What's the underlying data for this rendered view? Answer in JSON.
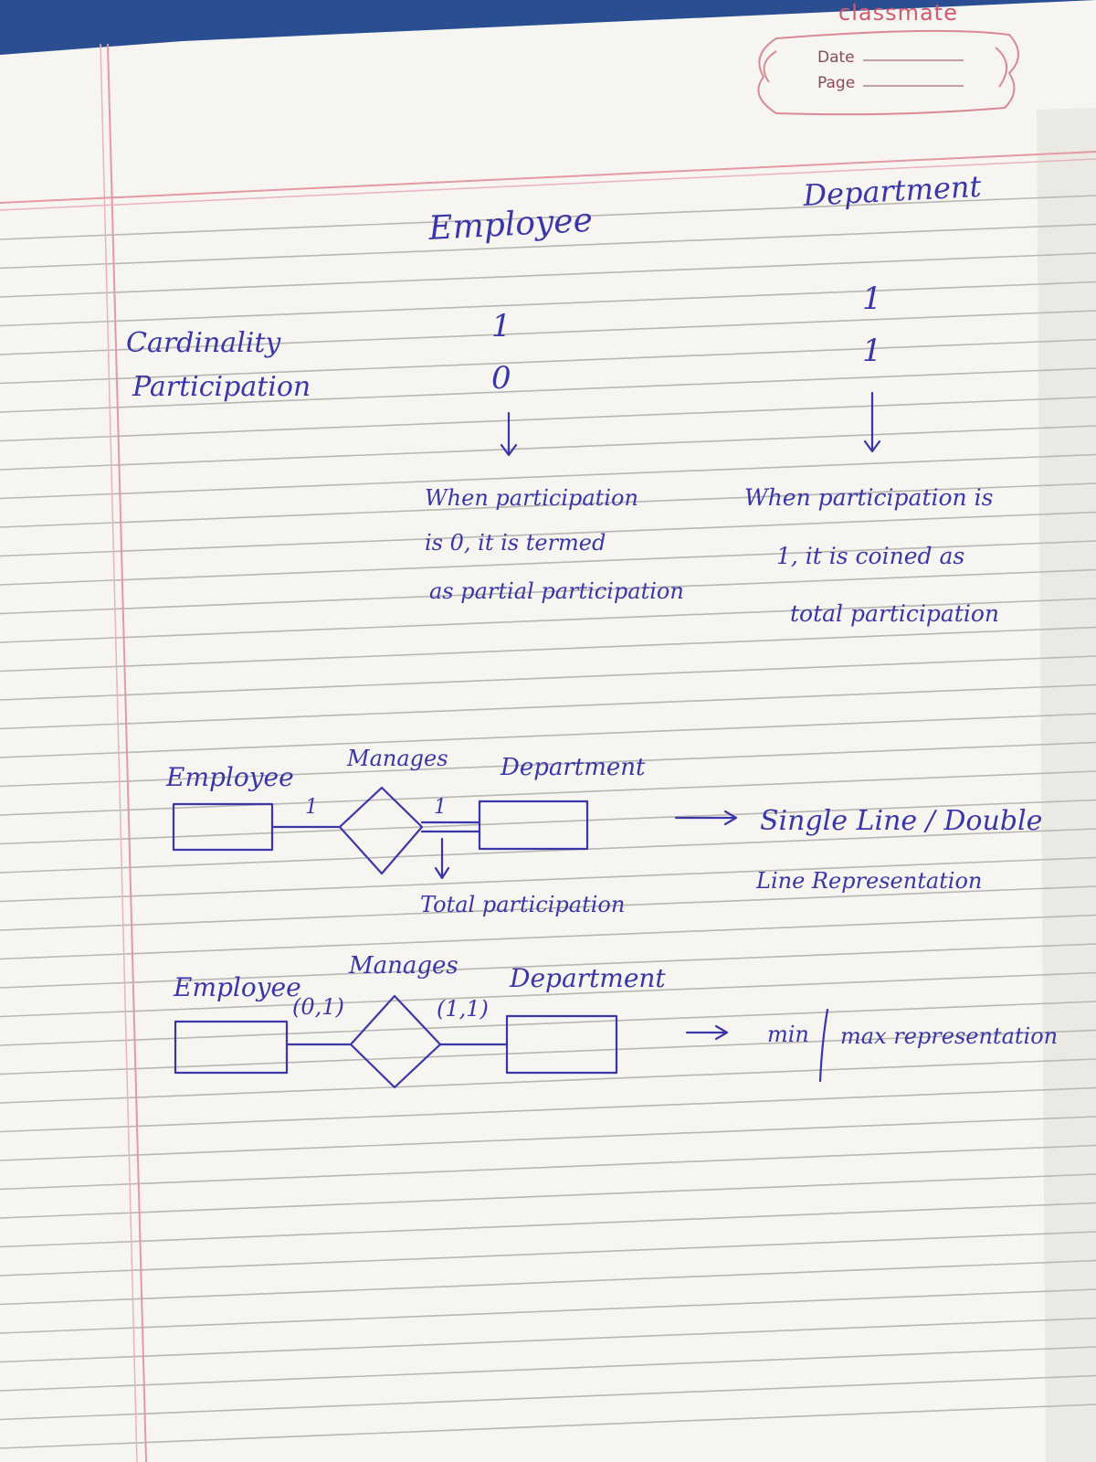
{
  "header": {
    "brand": "classmate",
    "date_label": "Date",
    "page_label": "Page"
  },
  "notes": {
    "col_employee": "Employee",
    "col_department": "Department",
    "row_cardinality": "Cardinality",
    "row_participation": "Participation",
    "employee_cardinality": "1",
    "employee_participation": "0",
    "department_cardinality": "1",
    "department_participation": "1",
    "partial_note": [
      "When participation",
      "is 0, it is termed",
      "as partial participation"
    ],
    "total_note": [
      "When participation is",
      "1, it is coined as",
      "total participation"
    ]
  },
  "diagram1": {
    "entity_left": "Employee",
    "relationship": "Manages",
    "entity_right": "Department",
    "left_card": "1",
    "right_card": "1",
    "caption": "Total participation",
    "note": [
      "Single Line / Double",
      "Line   Representation"
    ]
  },
  "diagram2": {
    "entity_left": "Employee",
    "relationship": "Manages",
    "entity_right": "Department",
    "left_minmax": "(0,1)",
    "right_minmax": "(1,1)",
    "note": [
      "min",
      "max representation"
    ]
  },
  "colors": {
    "ink": "#3a36a8",
    "paper": "#f6f5f1",
    "rule": "#b9b7b3",
    "margin": "#e39aa5",
    "brand": "#d05a6e"
  }
}
